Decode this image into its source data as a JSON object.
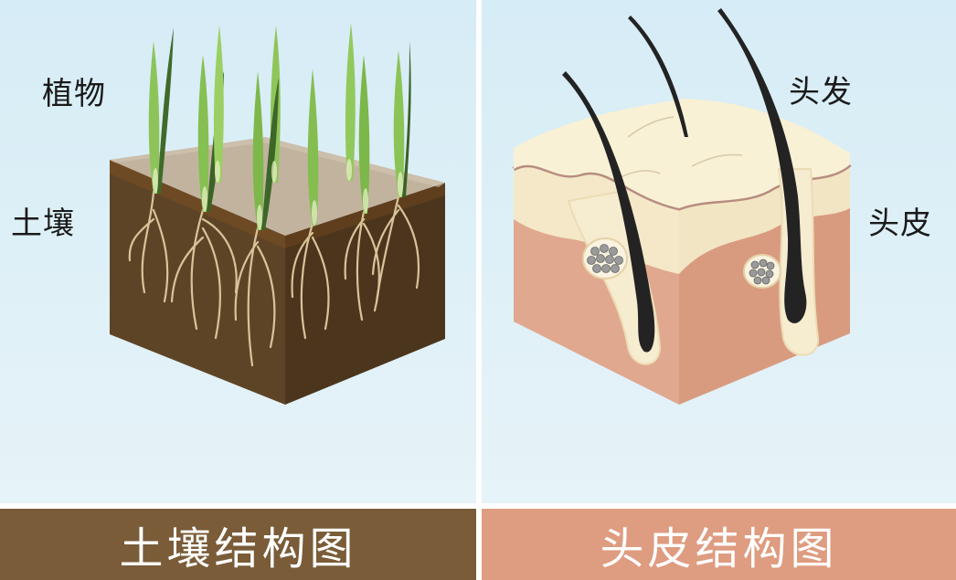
{
  "soil_panel": {
    "label_plant": "植物",
    "label_soil": "土壤",
    "caption": "土壤结构图"
  },
  "scalp_panel": {
    "label_hair": "头发",
    "label_scalp": "头皮",
    "caption": "头皮结构图"
  },
  "colors": {
    "background": "#d9eef7",
    "soil_top": "#c2b39e",
    "soil_side": "#5c4224",
    "soil_dark": "#4a341c",
    "grass": "#7bb84a",
    "root": "#d8c49a",
    "scalp_top": "#f7efcf",
    "scalp_side": "#e0a68c",
    "hair": "#222222",
    "caption_soil": "#7a5c38",
    "caption_scalp": "#de9c80"
  }
}
